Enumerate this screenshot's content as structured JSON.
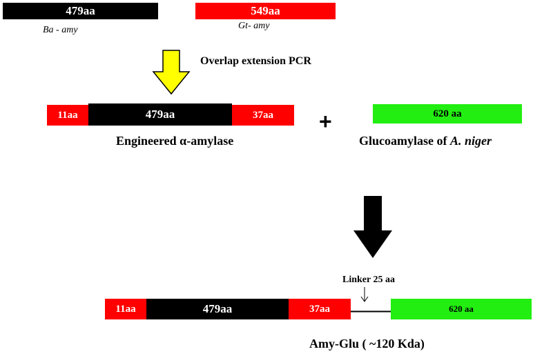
{
  "colors": {
    "black_segment": "#000000",
    "red_segment": "#ff0000",
    "green_segment": "#22ee11",
    "yellow_arrow": "#ffff00"
  },
  "top": {
    "ba_segment": "479aa",
    "ba_label": "Ba - amy",
    "gt_segment": "549aa",
    "gt_label": "Gt- amy"
  },
  "step1": {
    "arrow_label": "Overlap extension PCR"
  },
  "engineered": {
    "left_segment": "11aa",
    "middle_segment": "479aa",
    "right_segment": "37aa",
    "caption": "Engineered α-amylase"
  },
  "plus": "+",
  "glucoamylase": {
    "segment": "620 aa",
    "caption_prefix": "Glucoamylase of ",
    "caption_species": "A. niger"
  },
  "fusion": {
    "left_segment": "11aa",
    "middle_segment": "479aa",
    "right_segment": "37aa",
    "linker_label": "Linker  25 aa",
    "green_segment": "620 aa",
    "caption": "Amy-Glu ( ~120 Kda)"
  }
}
